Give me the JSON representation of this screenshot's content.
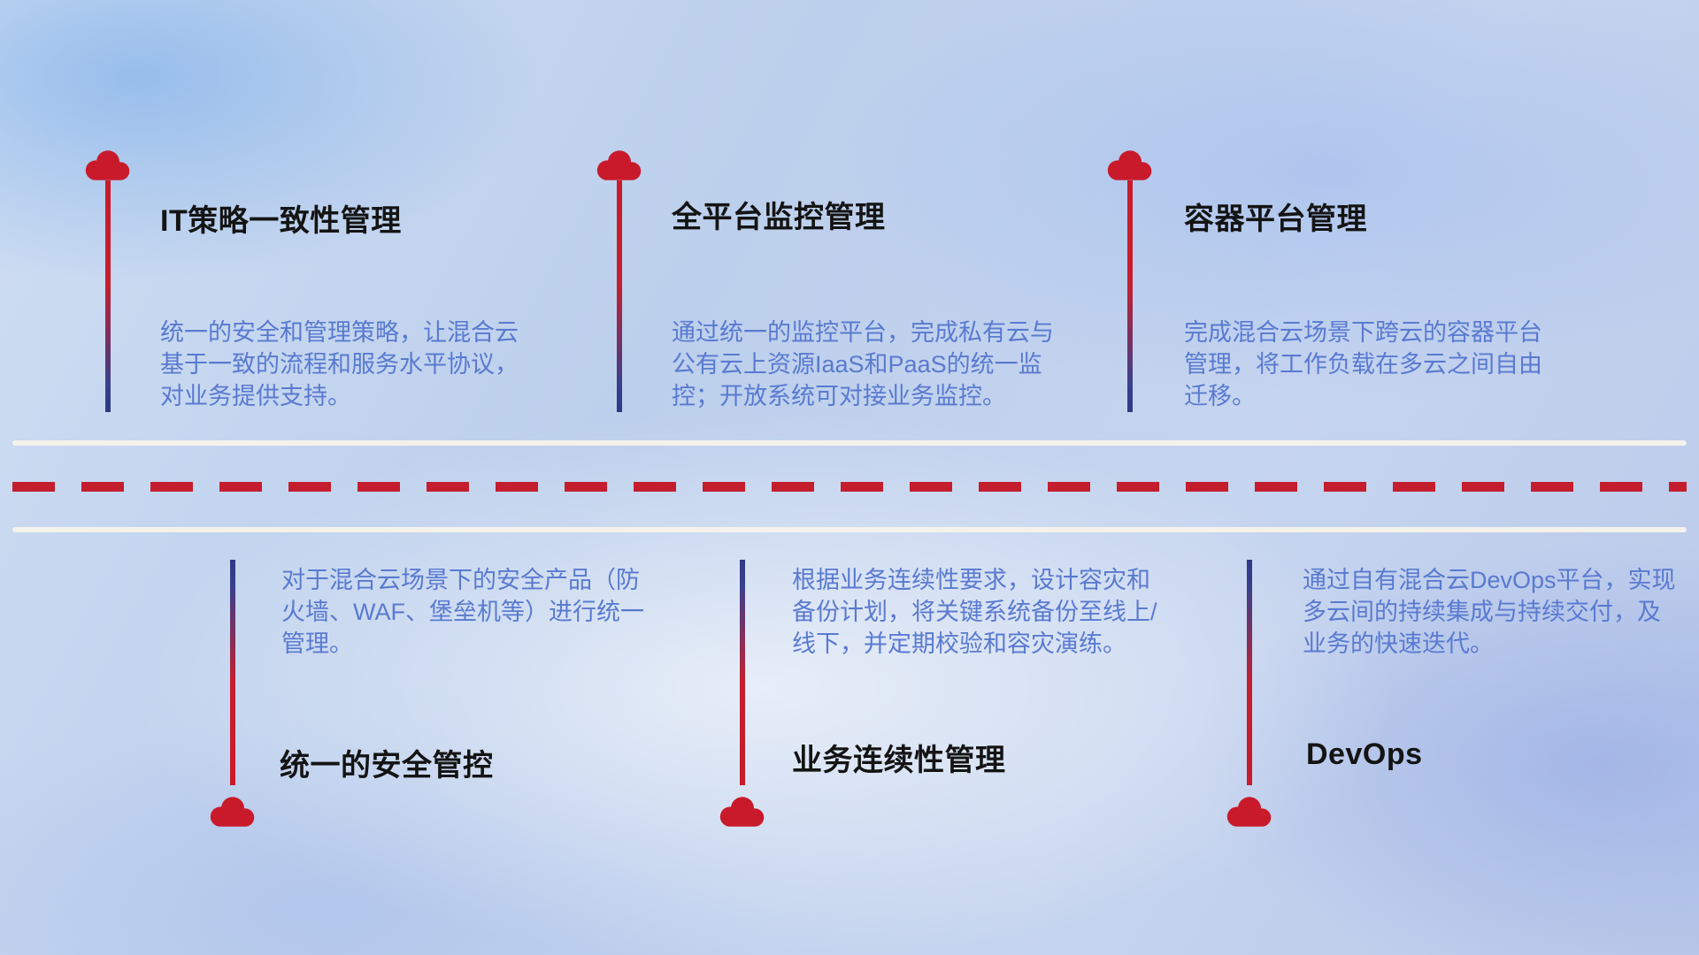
{
  "diagram": {
    "theme": "hybrid-cloud capability timeline",
    "colors": {
      "cloud_red": "#c81a2b",
      "dash_red": "#c41e2e",
      "connector_navy": "#2e3a86",
      "divider_white": "#f5f2ec",
      "title_color": "#141414",
      "description_color": "#5a7ad0"
    },
    "top_items": [
      {
        "title": "IT策略一致性管理",
        "description": "统一的安全和管理策略，让混合云基于一致的流程和服务水平协议，对业务提供支持。"
      },
      {
        "title": "全平台监控管理",
        "description": "通过统一的监控平台，完成私有云与公有云上资源IaaS和PaaS的统一监控；开放系统可对接业务监控。"
      },
      {
        "title": "容器平台管理",
        "description": "完成混合云场景下跨云的容器平台管理，将工作负载在多云之间自由迁移。"
      }
    ],
    "bottom_items": [
      {
        "title": "统一的安全管控",
        "description": "对于混合云场景下的安全产品（防火墙、WAF、堡垒机等）进行统一管理。"
      },
      {
        "title": "业务连续性管理",
        "description": "根据业务连续性要求，设计容灾和备份计划，将关键系统备份至线上/线下，并定期校验和容灾演练。"
      },
      {
        "title": "DevOps",
        "description": "通过自有混合云DevOps平台，实现多云间的持续集成与持续交付，及业务的快速迭代。"
      }
    ]
  }
}
